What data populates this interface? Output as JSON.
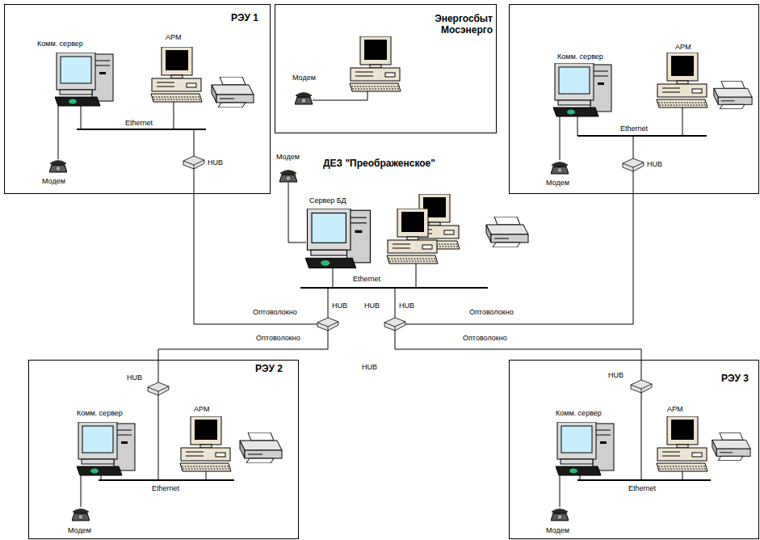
{
  "diagram": {
    "nodes": [
      {
        "text": [
          "РЭУ 1"
        ]
      },
      {
        "text": [
          "HUB"
        ],
        "in": 0
      },
      {
        "text": [
          "Энергосбыт Мосэнерго"
        ]
      },
      {
        "text": [
          "HUB"
        ]
      },
      {
        "text": [
          "HUB"
        ]
      },
      {
        "text": [
          "HUB"
        ]
      },
      {
        "text": [
          "РЭУ 2"
        ]
      },
      {
        "text": [
          "HUB"
        ],
        "in": 6
      },
      {
        "text": [
          "РЭУ 3"
        ]
      },
      {
        "text": [
          "HUB"
        ],
        "in": 8
      }
    ],
    "edges": [
      {
        "from": 4,
        "to": 1,
        "label": "Оптоволокно",
        "arrow": "none"
      },
      {
        "from": 4,
        "to": 7,
        "label": "Оптоволокно",
        "arrow": "none"
      },
      {
        "from": 5,
        "to": 3,
        "label": "Оптоволокно",
        "arrow": "none"
      },
      {
        "from": 5,
        "to": 9,
        "label": "Оптоволокно",
        "arrow": "none"
      }
    ],
    "labels": [
      "Комм. сервер",
      "АРМ",
      "Ethernet",
      "Модем",
      "Модем",
      "Комм. сервер",
      "АРМ",
      "Ethernet",
      "Модем",
      "Модем",
      "ДЕЗ \"Преображенское\"",
      "Сервер БД",
      "Ethernet",
      "HUB",
      "HUB",
      "Комм. сервер",
      "АРМ",
      "Ethernet",
      "Модем",
      "Комм. сервер",
      "АРМ",
      "Ethernet",
      "Модем"
    ]
  }
}
